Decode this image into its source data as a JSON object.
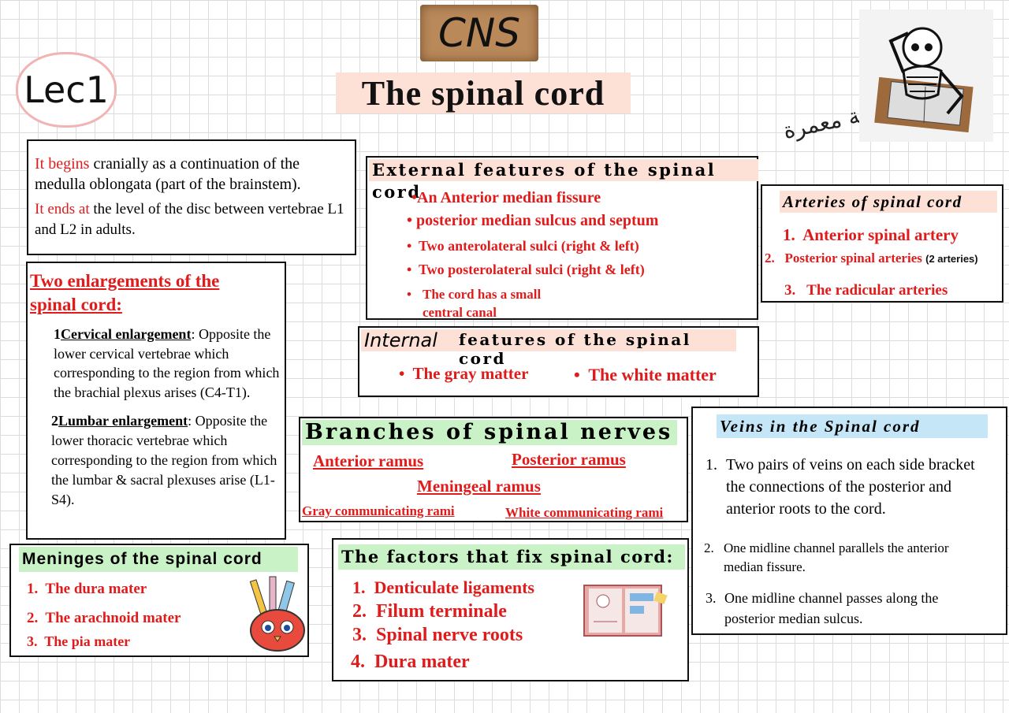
{
  "header": {
    "cns": "CNS",
    "title": "The spinal cord",
    "lecture": "Lec1",
    "author": "آمنة معمرة"
  },
  "intro": {
    "begin_label": "It begins",
    "begin_text": " cranially as a continuation of the medulla oblongata (part of the brainstem).",
    "end_label": "It ends at",
    "end_text": " the level of the disc between vertebrae L1 and L2 in adults."
  },
  "enlargements": {
    "heading": "Two enlargements of the spinal cord:",
    "cervical_num": "1",
    "cervical_title": "Cervical enlargement",
    "cervical_text": ": Opposite the lower cervical  vertebrae which corresponding to the region from which the brachial plexus arises (C4-T1).",
    "lumbar_num": "2",
    "lumbar_title": "Lumbar enlargement",
    "lumbar_text": ": Opposite the lower thoracic vertebrae which corresponding to the region  from which the lumbar & sacral plexuses arise (L1-S4)."
  },
  "external": {
    "heading": "External features of the spinal cord",
    "items": [
      "•An Anterior median fissure",
      "posterior median sulcus and septum",
      "Two anterolateral sulci (right & left)",
      "Two posterolateral sulci (right & left)",
      "The cord has a small central canal"
    ]
  },
  "internal": {
    "heading_hand": "Internal",
    "heading_rest": "features of the spinal cord",
    "items": [
      "The gray matter",
      "The white matter"
    ]
  },
  "arteries": {
    "heading": "Arteries of spinal cord",
    "items": [
      {
        "num": "1.",
        "text": "Anterior spinal artery",
        "note": ""
      },
      {
        "num": "2.",
        "text": "Posterior spinal arteries",
        "note": "(2 arteries)"
      },
      {
        "num": "3.",
        "text": "The radicular arteries",
        "note": ""
      }
    ]
  },
  "branches": {
    "heading": "Branches of spinal nerves",
    "anterior": "Anterior ramus",
    "posterior": "Posterior ramus",
    "meningeal": "Meningeal ramus",
    "gray": "Gray communicating rami",
    "white": "White communicating rami"
  },
  "veins": {
    "heading": "Veins in the Spinal cord",
    "items": [
      {
        "num": "1.",
        "text": "Two pairs of veins on each side bracket the connections of the posterior and anterior roots to the cord."
      },
      {
        "num": "2.",
        "text": "One midline channel parallels the anterior median fissure."
      },
      {
        "num": "3.",
        "text": "One midline channel passes along the posterior median sulcus."
      }
    ]
  },
  "meninges": {
    "heading": "Meninges of the spinal cord",
    "items": [
      {
        "num": "1.",
        "text": "The dura mater"
      },
      {
        "num": "2.",
        "text": "The arachnoid mater"
      },
      {
        "num": "3.",
        "text": "The pia mater"
      }
    ]
  },
  "factors": {
    "heading": "The factors that fix spinal cord:",
    "items": [
      {
        "num": "1.",
        "text": "Denticulate ligaments"
      },
      {
        "num": "2.",
        "text": "Filum terminale"
      },
      {
        "num": "3.",
        "text": "Spinal nerve roots"
      },
      {
        "num": "4.",
        "text": "Dura mater"
      }
    ]
  },
  "colors": {
    "accent_red": "#e01b1b",
    "pink_highlight": "#fde1d6",
    "green_highlight": "#c9f2c6",
    "blue_highlight": "#c4e6f7"
  }
}
